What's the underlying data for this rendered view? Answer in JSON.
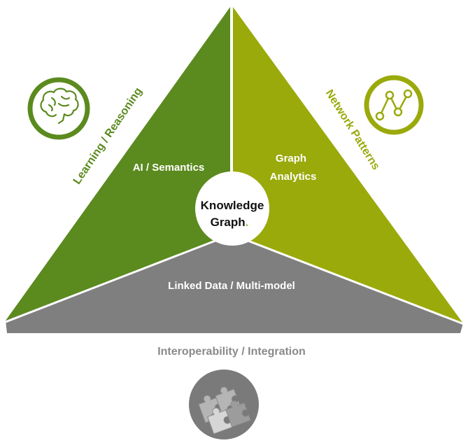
{
  "center": {
    "line1": "Knowledge",
    "line2": "Graph",
    "dot": "."
  },
  "segments": {
    "left": "AI / Semantics",
    "right_line1": "Graph",
    "right_line2": "Analytics",
    "bottom": "Linked Data / Multi-model"
  },
  "side_labels": {
    "left": "Learning / Reasoning",
    "right": "Network Patterns",
    "bottom": "Interoperability / Integration"
  },
  "icons": {
    "left": "brain-icon",
    "right": "line-chart-icon",
    "bottom": "puzzle-icon"
  },
  "colors": {
    "left_green": "#5b8a1e",
    "right_olive": "#9aaa0b",
    "bottom_gray": "#7f7f7f",
    "accent_dot": "#8dc63f",
    "bottom_label": "#8a8a8a"
  }
}
